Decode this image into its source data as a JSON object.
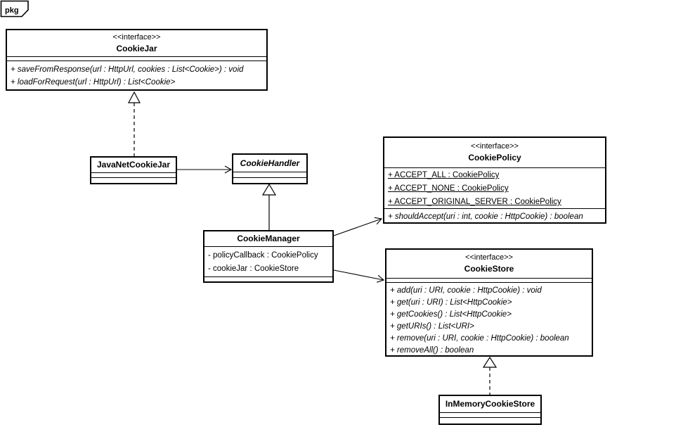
{
  "diagram": {
    "kind": "uml-class-diagram",
    "tab_label": "pkg",
    "background_color": "#ffffff",
    "line_color": "#000000"
  },
  "classes": {
    "cookie_jar": {
      "stereotype": "<<interface>>",
      "name": "CookieJar",
      "attributes": [],
      "methods": [
        "+ saveFromResponse(url : HttpUrl, cookies : List<Cookie>) : void",
        "+ loadForRequest(url : HttpUrl) : List<Cookie>"
      ]
    },
    "java_net_cookie_jar": {
      "name": "JavaNetCookieJar",
      "attributes": [],
      "methods": []
    },
    "cookie_handler": {
      "name": "CookieHandler",
      "abstract": true,
      "attributes": [],
      "methods": []
    },
    "cookie_policy": {
      "stereotype": "<<interface>>",
      "name": "CookiePolicy",
      "attributes": [
        "+ ACCEPT_ALL : CookiePolicy",
        "+ ACCEPT_NONE : CookiePolicy",
        "+ ACCEPT_ORIGINAL_SERVER : CookiePolicy"
      ],
      "methods": [
        "+ shouldAccept(uri : int, cookie : HttpCookie) : boolean"
      ]
    },
    "cookie_manager": {
      "name": "CookieManager",
      "attributes": [
        "- policyCallback : CookiePolicy",
        "- cookieJar : CookieStore"
      ],
      "methods": []
    },
    "cookie_store": {
      "stereotype": "<<interface>>",
      "name": "CookieStore",
      "attributes": [],
      "methods": [
        "+ add(uri : URI, cookie : HttpCookie) : void",
        "+ get(uri : URI) : List<HttpCookie>",
        "+ getCookies() : List<HttpCookie>",
        "+ getURIs() : List<URI>",
        "+ remove(uri : URI, cookie : HttpCookie) : boolean",
        "+ removeAll() : boolean"
      ]
    },
    "in_memory_cookie_store": {
      "name": "InMemoryCookieStore",
      "attributes": [],
      "methods": []
    }
  },
  "relationships": [
    {
      "from": "JavaNetCookieJar",
      "to": "CookieJar",
      "type": "realization"
    },
    {
      "from": "JavaNetCookieJar",
      "to": "CookieHandler",
      "type": "directed-association"
    },
    {
      "from": "CookieManager",
      "to": "CookieHandler",
      "type": "generalization"
    },
    {
      "from": "CookieManager",
      "to": "CookiePolicy",
      "type": "directed-association"
    },
    {
      "from": "CookieManager",
      "to": "CookieStore",
      "type": "directed-association"
    },
    {
      "from": "InMemoryCookieStore",
      "to": "CookieStore",
      "type": "realization"
    }
  ]
}
